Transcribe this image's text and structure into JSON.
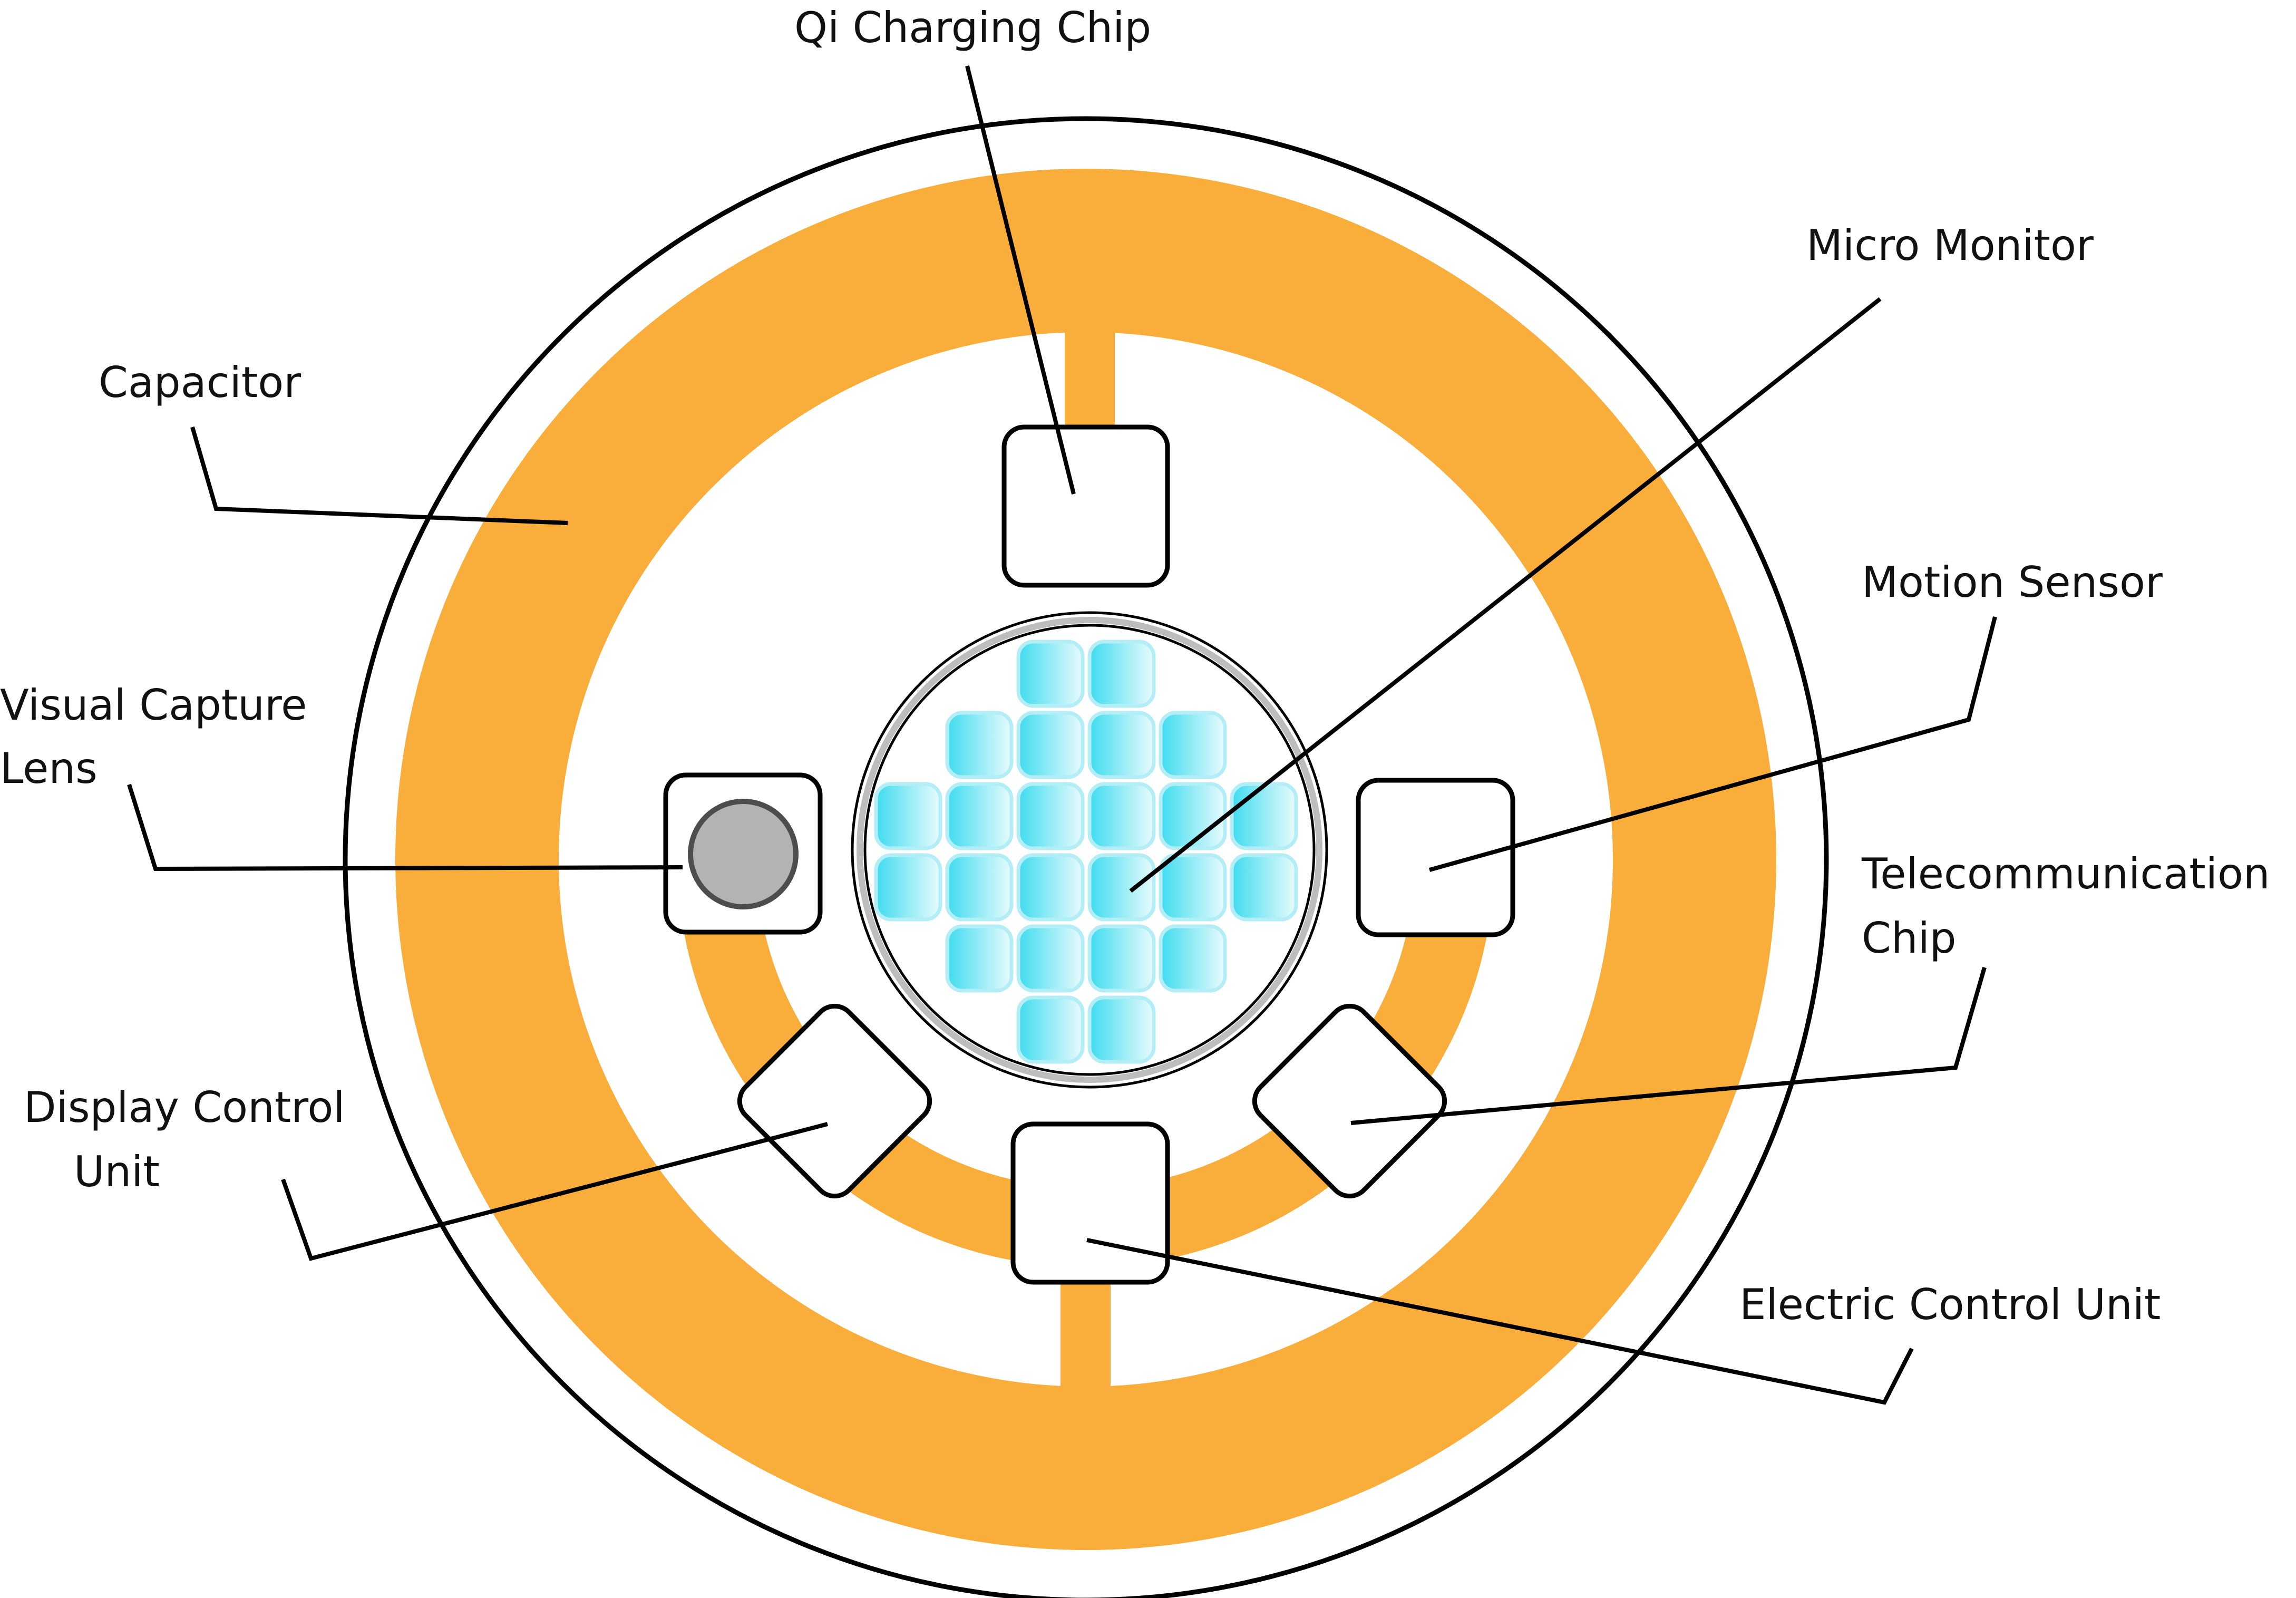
{
  "colors": {
    "ring": "#f9ad3b",
    "ring_edge": "#f39a2b",
    "outline": "#000000",
    "cell_dark": "#3fdcef",
    "cell_light": "#e8fbfd",
    "cell_halo": "#b3eef7",
    "lens_fill": "#b3b3b3",
    "lens_edge": "#4d4d4d",
    "monitor_rim": "#bdbdbd"
  },
  "labels": {
    "qi_charging_chip": "Qi Charging Chip",
    "micro_monitor": "Micro Monitor",
    "capacitor": "Capacitor",
    "motion_sensor": "Motion Sensor",
    "visual_capture_lens_1": "Visual Capture",
    "visual_capture_lens_2": "Lens",
    "telecommunication_chip_1": "Telecommunication",
    "telecommunication_chip_2": "Chip",
    "display_control_unit_1": "Display Control",
    "display_control_unit_2": "Unit",
    "electric_control_unit": "Electric Control Unit"
  }
}
